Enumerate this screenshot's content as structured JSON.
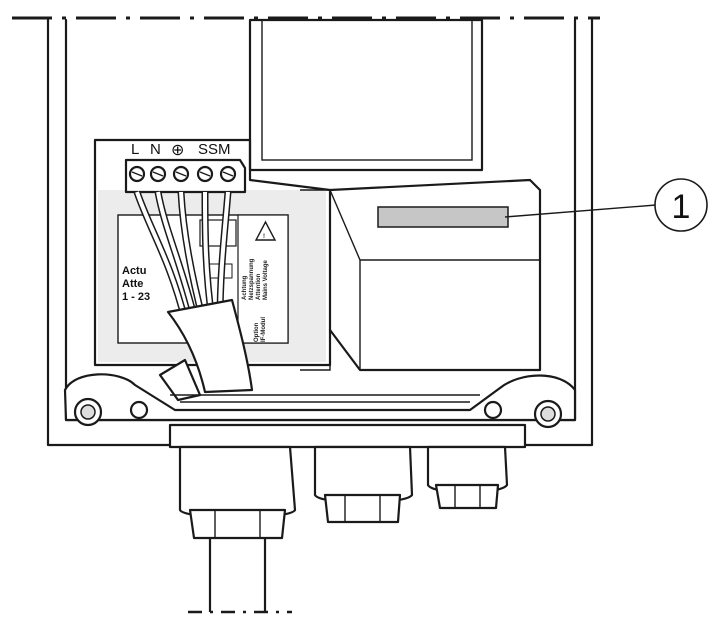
{
  "terminal_labels": {
    "l": "L",
    "n": "N",
    "ground": "⊕",
    "ssm": "SSM"
  },
  "callout": {
    "number": "1"
  },
  "sticker_text": {
    "line1": "Actu",
    "line2": "Atte",
    "line3": "1 - 23",
    "rot1": "Achtung",
    "rot2": "Netzspannung",
    "rot3": "Attention",
    "rot4": "Mains Voltage",
    "rot5": "Option",
    "rot6": "IF-Modul"
  },
  "colors": {
    "line": "#1a1a1a",
    "panel_gray": "#e8e8e8",
    "nameplate_gray": "#c6c6c6",
    "background": "#ffffff"
  },
  "icons": [
    "ground-symbol-icon",
    "warning-triangle-icon",
    "screw-icon",
    "cable-gland-icon"
  ]
}
